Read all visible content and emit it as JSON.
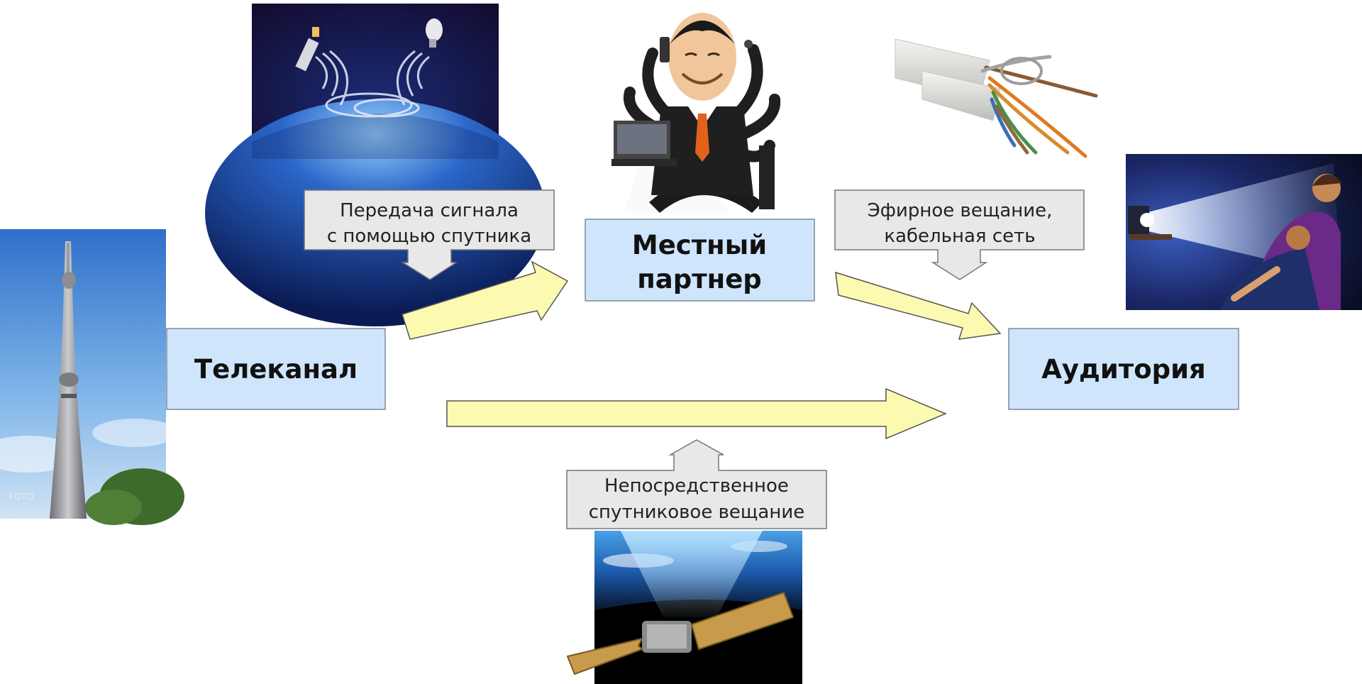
{
  "nodes": {
    "telekanal": "Телеканал",
    "partner_line1": "Местный",
    "partner_line2": "партнер",
    "audience": "Аудитория"
  },
  "callouts": {
    "satellite_relay": {
      "line1": "Передача сигнала",
      "line2": "с помощью спутника"
    },
    "terrestrial_cable": {
      "line1": "Эфирное вещание,",
      "line2": "кабельная сеть"
    },
    "direct_satellite": {
      "line1": "Непосредственное",
      "line2": "спутниковое вещание"
    }
  },
  "colors": {
    "node_fill": "#cfe5fb",
    "node_stroke": "#7d8a99",
    "arrow_fill": "#fbfab0",
    "arrow_stroke": "#555555",
    "callout_fill": "#e8e8e8",
    "callout_stroke": "#777777"
  },
  "watermark": "FOTO"
}
